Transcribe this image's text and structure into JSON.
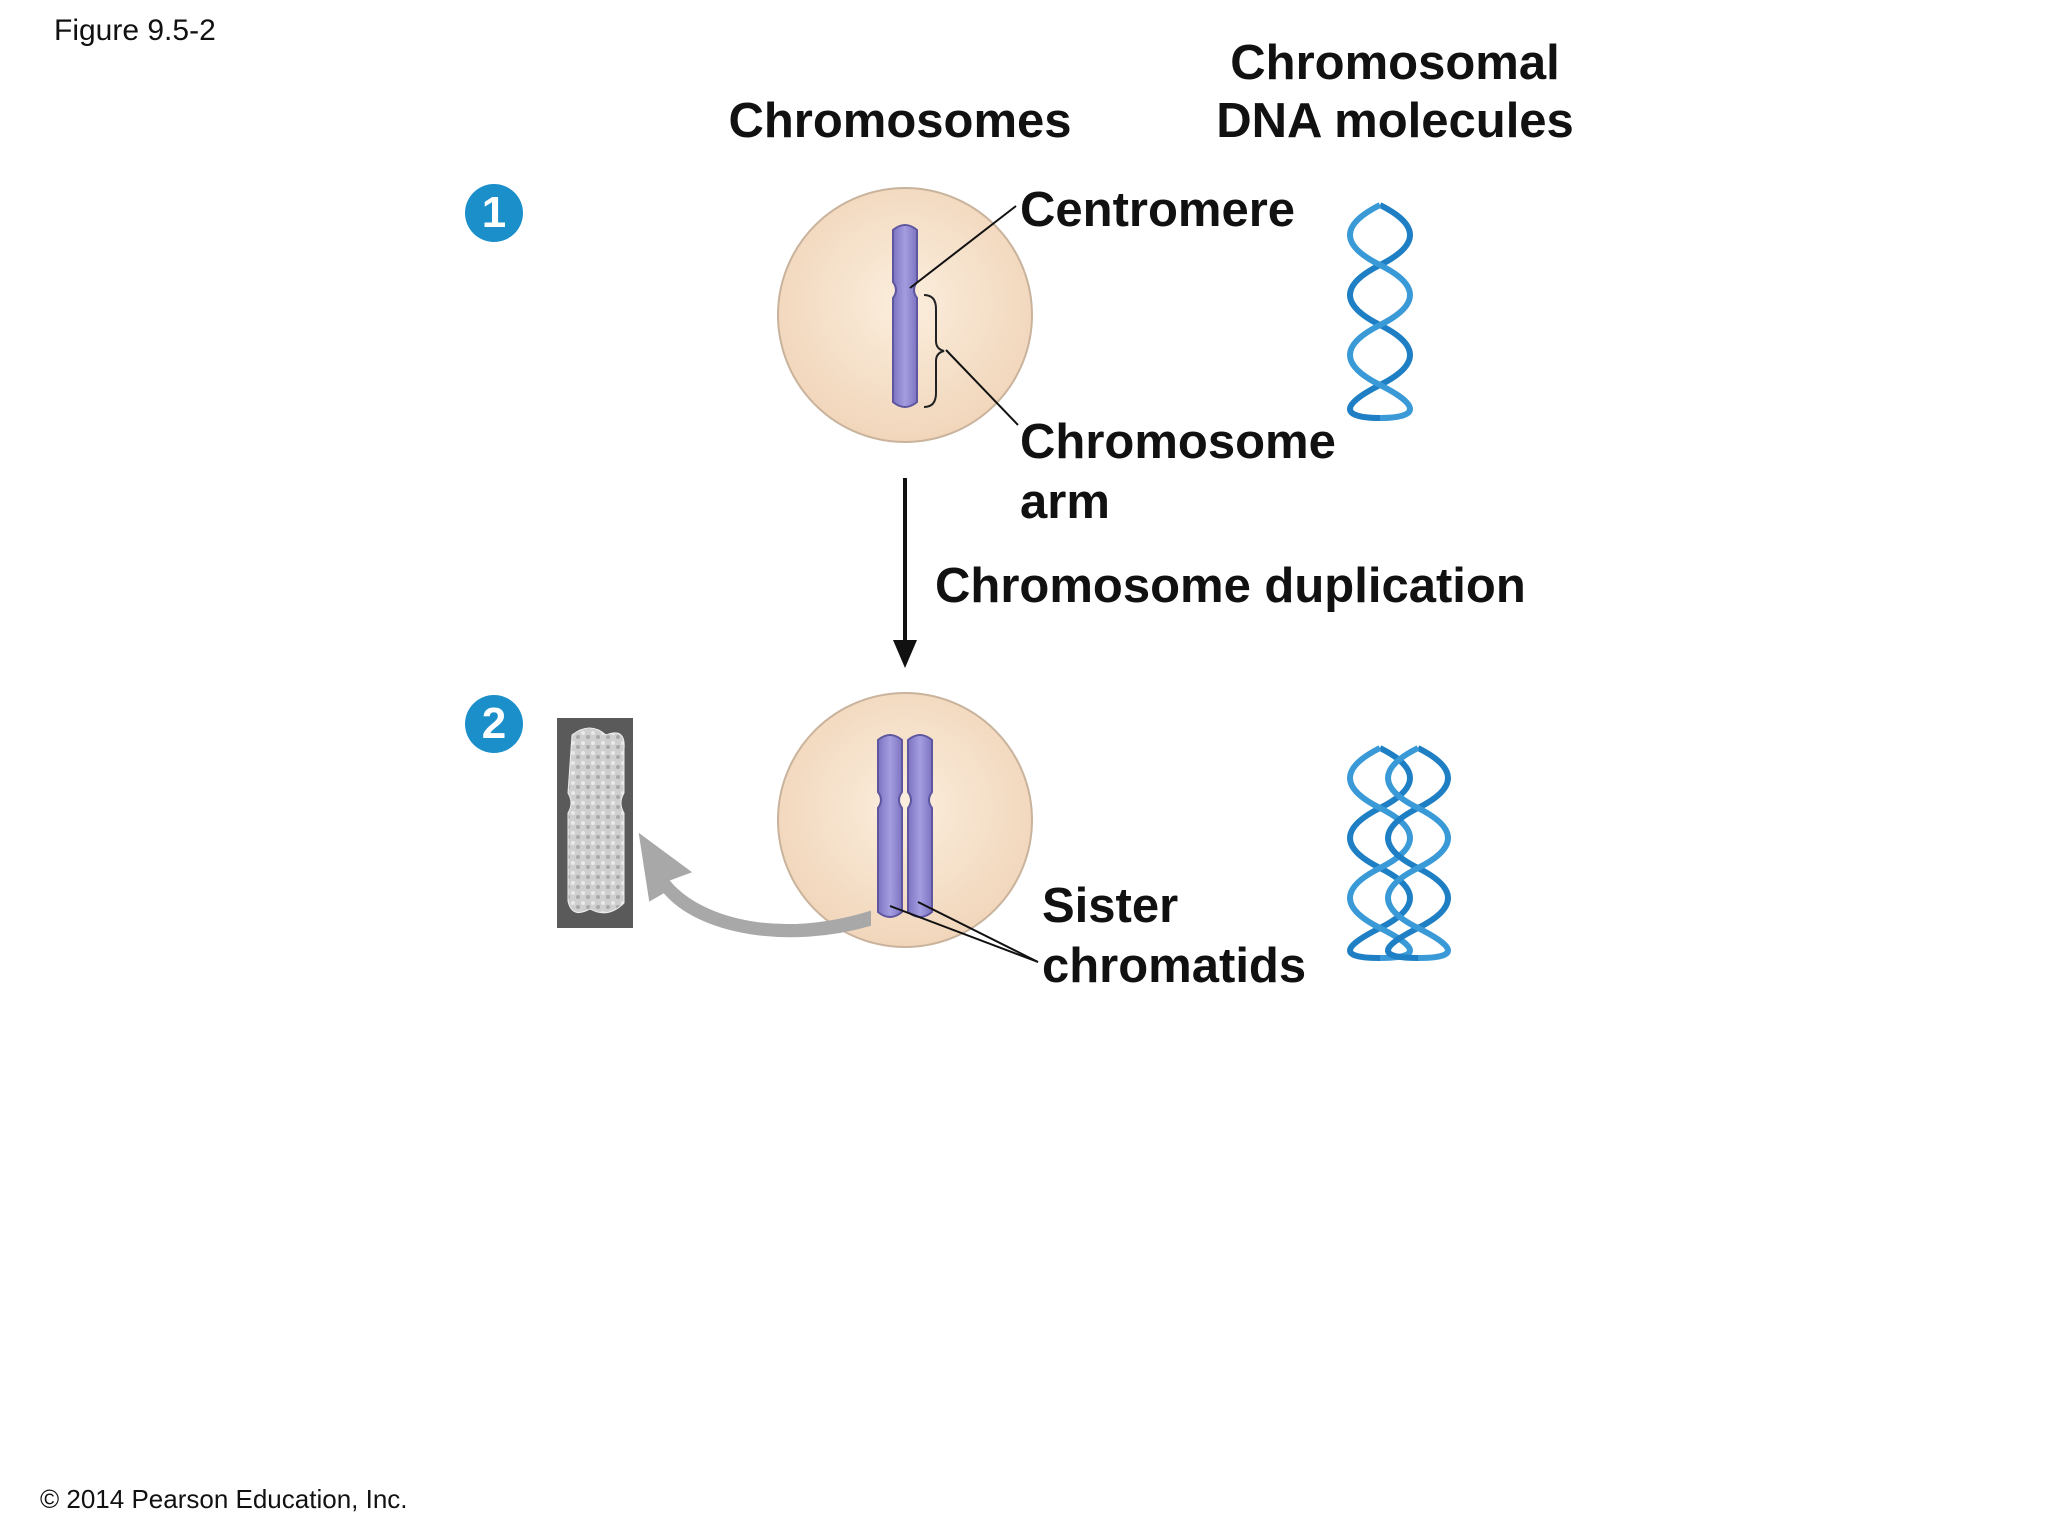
{
  "figure_label": "Figure 9.5-2",
  "copyright": "© 2014 Pearson Education, Inc.",
  "headers": {
    "chromosomes": "Chromosomes",
    "dna_line1": "Chromosomal",
    "dna_line2": "DNA molecules"
  },
  "steps": [
    {
      "number": "1"
    },
    {
      "number": "2"
    }
  ],
  "labels": {
    "centromere": "Centromere",
    "arm_line1": "Chromosome",
    "arm_line2": "arm",
    "duplication": "Chromosome duplication",
    "sister_line1": "Sister",
    "sister_line2": "chromatids"
  },
  "colors": {
    "nucleus_fill": "#f5dfc6",
    "chromosome_fill": "#8f87cf",
    "dna_strand": "#1e7fc4",
    "step_badge": "#1a8fc9",
    "micrograph_bg": "#5a5a5a"
  }
}
